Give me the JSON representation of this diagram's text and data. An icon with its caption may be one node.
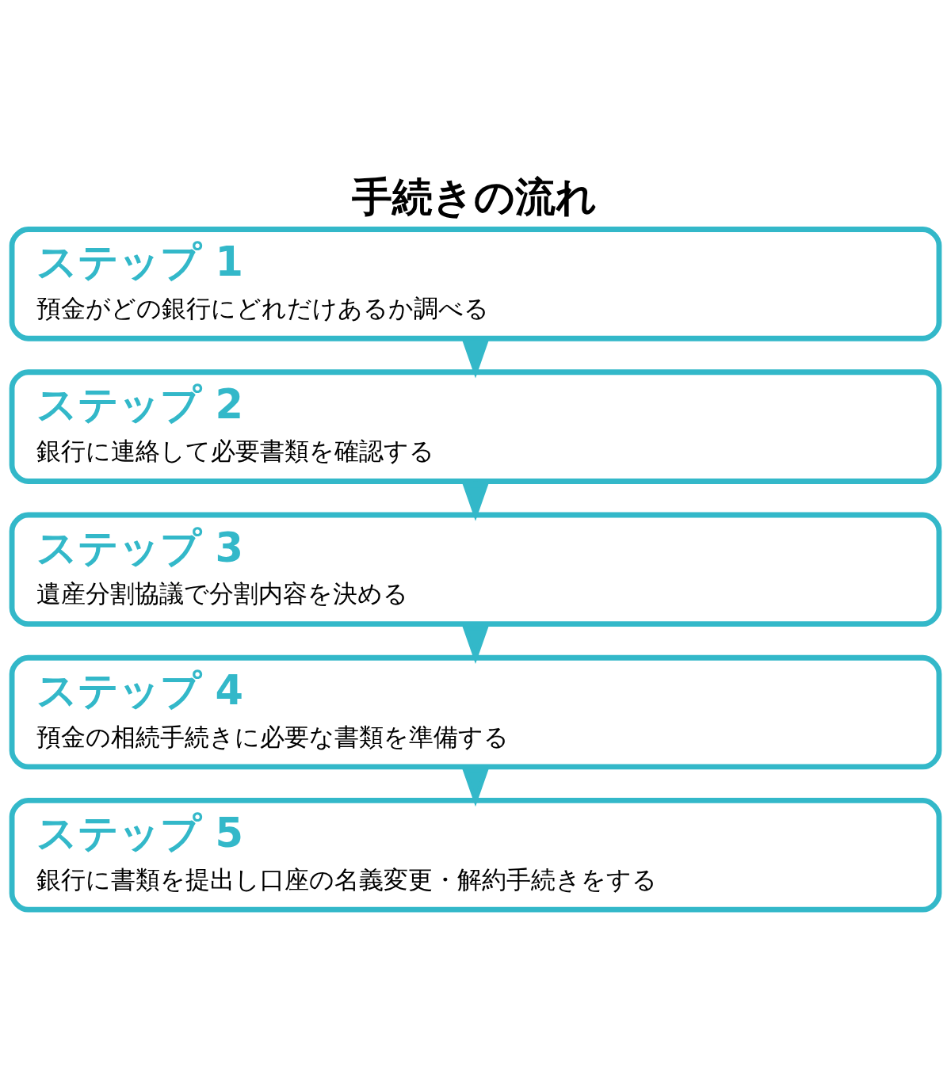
{
  "diagram": {
    "title": "手続きの流れ",
    "nodes": [
      {
        "text": [
          "ステップ 1",
          "預金がどの銀行にどれだけあるか調べる"
        ]
      },
      {
        "text": [
          "ステップ 2",
          "銀行に連絡して必要書類を確認する"
        ]
      },
      {
        "text": [
          "ステップ 3",
          "遺産分割協議で分割内容を決める"
        ]
      },
      {
        "text": [
          "ステップ 4",
          "預金の相続手続きに必要な書類を準備する"
        ]
      },
      {
        "text": [
          "ステップ 5",
          "銀行に書類を提出し口座の名義変更・解約手続きをする"
        ]
      }
    ],
    "edges": [
      {
        "from": 0,
        "to": 1,
        "arrow": "to"
      },
      {
        "from": 1,
        "to": 2,
        "arrow": "to"
      },
      {
        "from": 2,
        "to": 3,
        "arrow": "to"
      },
      {
        "from": 3,
        "to": 4,
        "arrow": "to"
      }
    ]
  }
}
